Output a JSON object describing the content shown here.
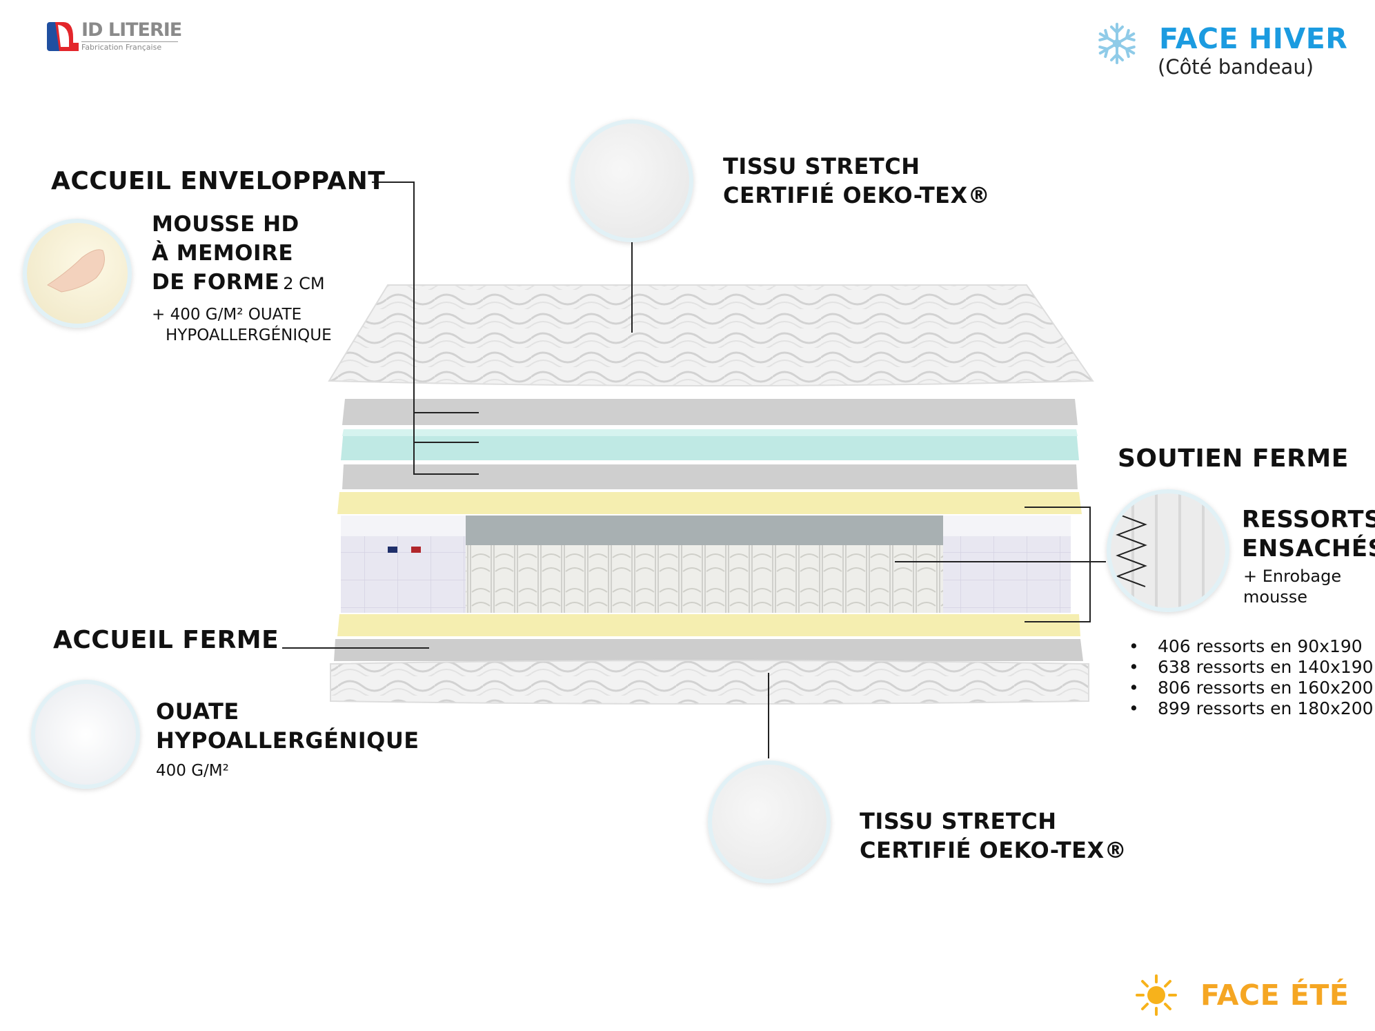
{
  "logo": {
    "brand": "ID LITERIE",
    "tagline": "Fabrication Française"
  },
  "winter_side": {
    "icon": "snowflake-icon",
    "title": "FACE HIVER",
    "subtitle": "(Côté bandeau)",
    "color": "#1b9be0"
  },
  "summer_side": {
    "icon": "sun-icon",
    "title": "FACE ÉTÉ",
    "color": "#f5a623"
  },
  "top_fabric": {
    "line1": "TISSU STRETCH",
    "line2": "CERTIFIÉ OEKO-TEX®"
  },
  "bottom_fabric": {
    "line1": "TISSU STRETCH",
    "line2": "CERTIFIÉ OEKO-TEX®"
  },
  "accueil_enveloppant": {
    "heading": "ACCUEIL ENVELOPPANT",
    "line1": "MOUSSE HD",
    "line2": "À MEMOIRE",
    "line3": "DE FORME",
    "thickness": "2 CM",
    "extra1": "+ 400 G/M² OUATE",
    "extra2": "HYPOALLERGÉNIQUE"
  },
  "accueil_ferme": {
    "heading": "ACCUEIL FERME",
    "line1": "OUATE",
    "line2": "HYPOALLERGÉNIQUE",
    "weight": "400 G/M²"
  },
  "soutien_ferme": {
    "heading": "SOUTIEN FERME",
    "line1": "RESSORTS",
    "line2": "ENSACHÉS",
    "extra1": "+ Enrobage",
    "extra2": "mousse",
    "springs": [
      "406 ressorts en 90x190",
      "638 ressorts en 140x190",
      "806 ressorts en 160x200",
      "899 ressorts en 180x200"
    ]
  },
  "colors": {
    "foam_teal": "#bfe9e4",
    "latex_yellow": "#f5eeb0",
    "layer_gray": "#cfcfcf"
  }
}
